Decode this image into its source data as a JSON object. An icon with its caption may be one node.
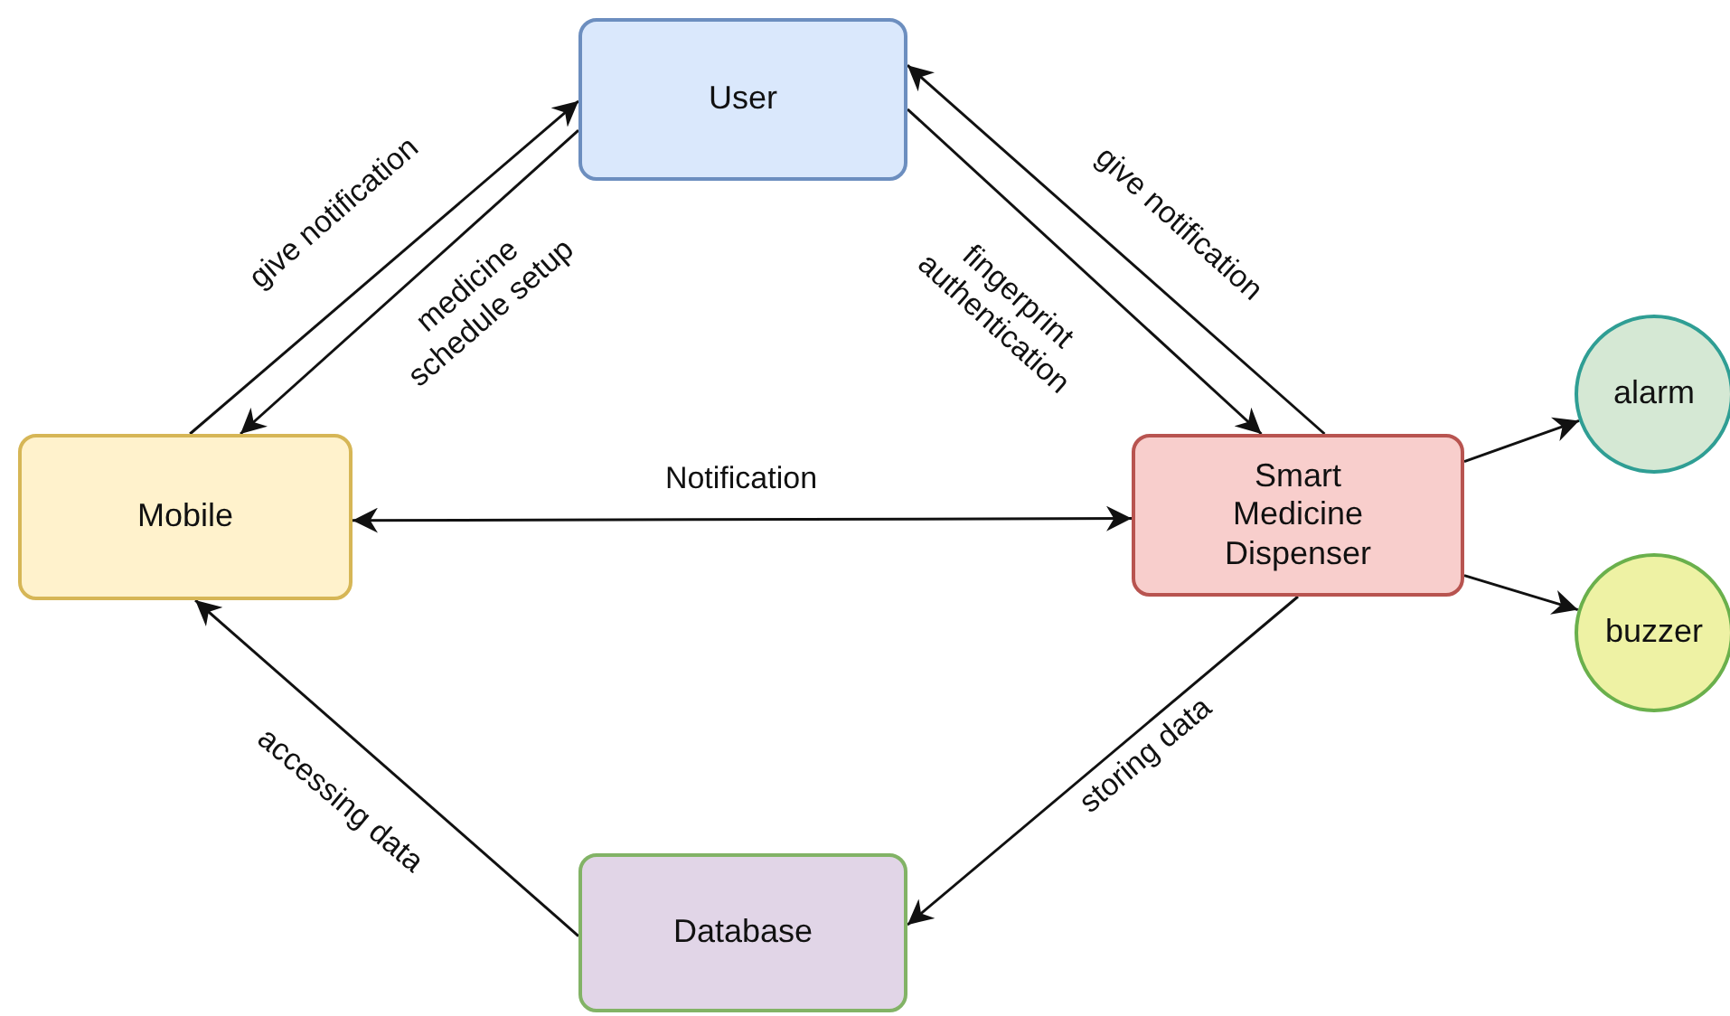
{
  "diagram": {
    "nodes": [
      {
        "text": [
          "User"
        ]
      },
      {
        "text": [
          "Mobile"
        ]
      },
      {
        "text": [
          "Smart Medicine Dispenser"
        ]
      },
      {
        "text": [
          "alarm"
        ]
      },
      {
        "text": [
          "buzzer"
        ]
      },
      {
        "text": [
          "Database"
        ]
      }
    ],
    "edges": [
      {
        "from": 1,
        "to": 0,
        "arrow": "to",
        "label": "give notification"
      },
      {
        "from": 0,
        "to": 1,
        "arrow": "to",
        "label": "medicine schedule setup"
      },
      {
        "from": 1,
        "to": 2,
        "arrow": "both",
        "label": "Notification"
      },
      {
        "from": 0,
        "to": 2,
        "arrow": "to",
        "label": "fingerprint authentication"
      },
      {
        "from": 2,
        "to": 0,
        "arrow": "to",
        "label": "give notification"
      },
      {
        "from": 2,
        "to": 3,
        "arrow": "to"
      },
      {
        "from": 2,
        "to": 4,
        "arrow": "to"
      },
      {
        "from": 2,
        "to": 5,
        "arrow": "to",
        "label": "storing data"
      },
      {
        "from": 5,
        "to": 1,
        "arrow": "to",
        "label": "accessing data"
      }
    ]
  }
}
